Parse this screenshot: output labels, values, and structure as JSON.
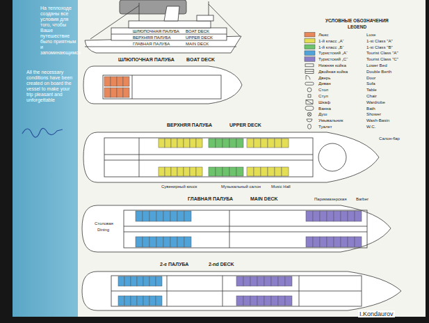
{
  "diagram": {
    "labels": [
      "На теплоходе созданы все условия для того, чтобы Ваше путешествие было приятным и запоминающимся",
      "All the necessary conditions have been created on board the vessel to make your trip pleasant and unforgettable",
      "ШЛЮПОЧНАЯ ПАЛУБА",
      "BOAT DECK",
      "ВЕРХНЯЯ ПАЛУБА",
      "UPPER DECK",
      "ГЛАВНАЯ ПАЛУБА",
      "MAIN DECK",
      "ШЛЮПОЧНАЯ ПАЛУБА",
      "BOAT DECK",
      "ВЕРХНЯЯ ПАЛУБА",
      "UPPER DECK",
      "ГЛАВНАЯ ПАЛУБА",
      "MAIN DECK",
      "2-е ПАЛУБА",
      "2-nd DECK",
      "УСЛОВНЫЕ ОБОЗНАЧЕНИЯ",
      "LEGEND",
      "Luxe",
      "1-st Class \"A\"",
      "1-st Class \"B\"",
      "Tourist Class \"A\"",
      "Tourist Class \"C\"",
      "Lower Bed",
      "Double Berth",
      "Door",
      "Sofa",
      "Table",
      "Chair",
      "Wardrobe",
      "Bath",
      "Shower",
      "Wash-Basin",
      "W.C.",
      "Салон-бар",
      "Музыкальный салон",
      "Music Hall",
      "Сувенирный киоск",
      "Парикмахерская",
      "Barber",
      "Столовая",
      "Dining",
      "I.Kondaurov"
    ],
    "legend": [
      {
        "text": "Люкс",
        "color": "#e8875a"
      },
      {
        "text": "1-й класс „А“",
        "color": "#e4de55"
      },
      {
        "text": "1-й класс „Б“",
        "color": "#6cc36c"
      },
      {
        "text": "Туристский „А“",
        "color": "#4fa3d8"
      },
      {
        "text": "Туристский „С“",
        "color": "#8a7fc8"
      },
      {
        "text": "Нижняя койка"
      },
      {
        "text": "Двойная койка"
      },
      {
        "text": "Дверь"
      },
      {
        "text": "Диван"
      },
      {
        "text": "Стол"
      },
      {
        "text": "Стул"
      },
      {
        "text": "Шкаф"
      },
      {
        "text": "Ванна"
      },
      {
        "text": "Душ"
      },
      {
        "text": "Умывальник"
      },
      {
        "text": "Туалет"
      }
    ]
  }
}
